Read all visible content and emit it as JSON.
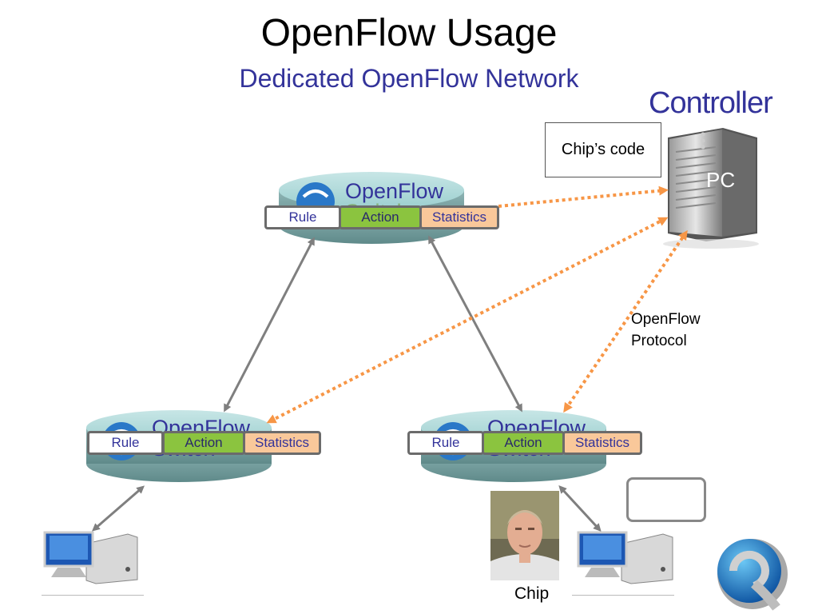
{
  "title": "OpenFlow Usage",
  "subtitle": "Dedicated OpenFlow Network",
  "controller": {
    "label": "Controller",
    "pc_label": "PC",
    "code_label": "Chip’s code"
  },
  "protocol_label": {
    "line1": "OpenFlow",
    "line2": "Protocol"
  },
  "switches": [
    {
      "line1": "OpenFlow",
      "line2": "Switch",
      "rule": "Rule",
      "action": "Action",
      "statistics": "Statistics"
    },
    {
      "line1": "OpenFlow",
      "line2": "Switch",
      "rule": "Rule",
      "action": "Action",
      "statistics": "Statistics"
    },
    {
      "line1": "OpenFlow",
      "line2": "Switch",
      "rule": "Rule",
      "action": "Action",
      "statistics": "Statistics"
    }
  ],
  "person_label": "Chip",
  "colors": {
    "title_blue": "#33339a",
    "protocol_arrow": "#f79646",
    "link_arrow": "#7f7f7f",
    "action_green": "#8bc43f",
    "stats_orange": "#f9c89a",
    "switch_teal": "#a9d6d6"
  },
  "icons": [
    "server-tower-icon",
    "desktop-computer-icon",
    "switch-arrows-icon",
    "logo-icon"
  ]
}
